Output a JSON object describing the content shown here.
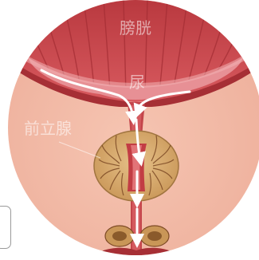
{
  "labels": {
    "bladder": "膀胱",
    "urine": "尿",
    "prostate": "前立腺"
  },
  "colors": {
    "background_tissue": "#f2b8a3",
    "bladder_muscle": "#c94a4f",
    "bladder_inner": "#e48a8d",
    "prostate": "#d8aa6a",
    "flow_arrow": "#ffffff"
  },
  "icons": [
    "urine-flow-arrow-icon"
  ]
}
